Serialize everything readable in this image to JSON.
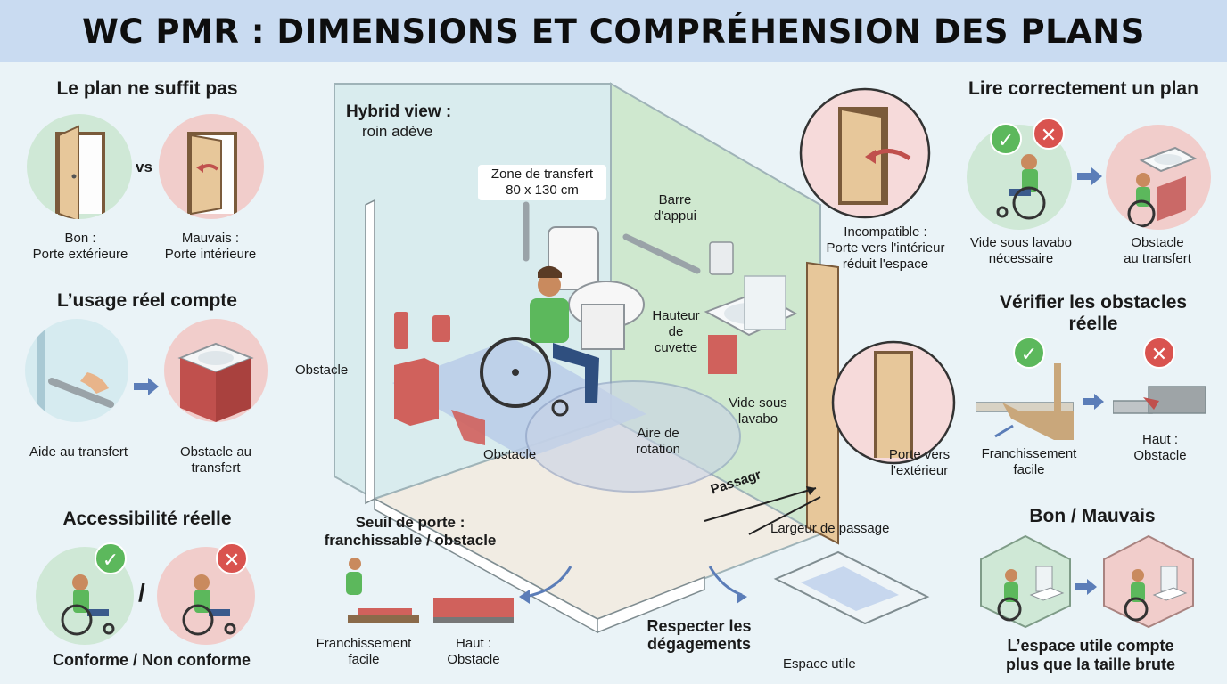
{
  "title": "WC PMR : DIMENSIONS ET COMPRÉHENSION DES PLANS",
  "left": {
    "plan": {
      "title": "Le plan ne suffit pas",
      "vs": "vs",
      "good": "Bon :\nPorte extérieure",
      "bad": "Mauvais :\nPorte intérieure"
    },
    "usage": {
      "title": "L’usage réel compte",
      "good": "Aide au transfert",
      "bad": "Obstacle au\ntransfert"
    },
    "access": {
      "title": "Accessibilité réelle",
      "slash": "/",
      "caption": "Conforme / Non conforme"
    }
  },
  "center": {
    "hybrid_title": "Hybrid view :",
    "hybrid_sub": "roin adève",
    "transfer_zone": "Zone de transfert\n80 x 130 cm",
    "grab_bar": "Barre\nd'appui",
    "bowl_height": "Hauteur\nde\ncuvette",
    "obstacle_left": "Obstacle",
    "obstacle_bottom": "Obstacle",
    "rotation": "Aire de\nrotation",
    "sink_void": "Vide sous\nlavabo",
    "incompatible": "Incompatible :\nPorte vers l'intérieur\nréduit l'espace",
    "door_out": "Porte vers\nl'extérieur",
    "passage": "Passagr",
    "passage_width": "Largeur de passage",
    "threshold_title": "Seuil de porte :\nfranchissable / obstacle",
    "threshold_easy": "Franchissement\nfacile",
    "threshold_high": "Haut :\nObstacle",
    "clearances": "Respecter les\ndégagements",
    "useful_space": "Espace utile"
  },
  "right": {
    "read": {
      "title": "Lire correctement un plan",
      "good": "Vide sous lavabo\nnécessaire",
      "bad": "Obstacle\nau transfert"
    },
    "verify": {
      "title": "Vérifier les obstacles\nréelle",
      "good": "Franchissement\nfacile",
      "bad": "Haut :\nObstacle"
    },
    "goodbad": {
      "title": "Bon / Mauvais",
      "caption": "L’espace utile compte\nplus que la taille brute"
    }
  },
  "icons": {
    "ok": "check-icon",
    "no": "cross-icon",
    "arrow": "arrow-right-icon"
  },
  "colors": {
    "header": "#c9dbf1",
    "good": "#cfe8d6",
    "bad": "#f1cdcb",
    "check": "#5cb85c",
    "cross": "#d9534f",
    "arrow": "#5b7db8"
  }
}
